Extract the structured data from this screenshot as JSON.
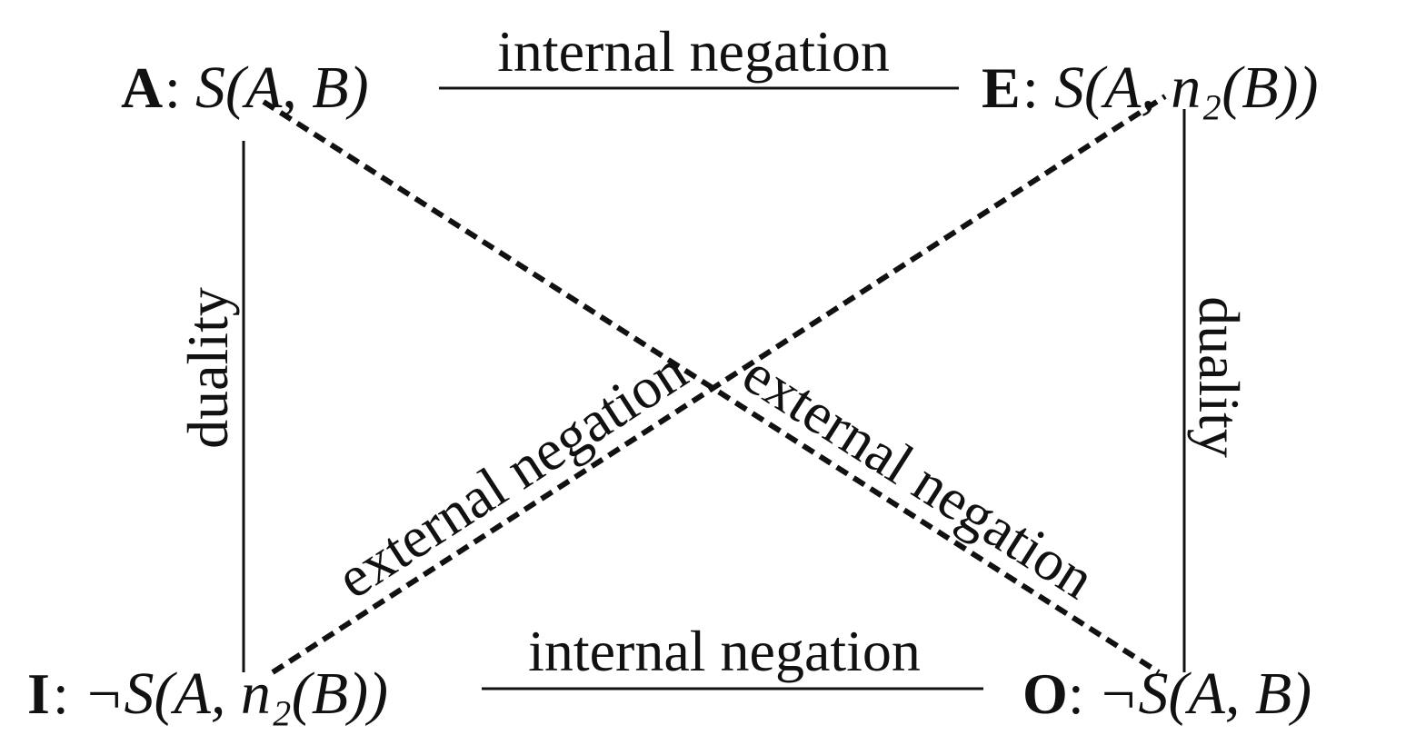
{
  "nodes": {
    "A": {
      "letter": "A",
      "sep": ":",
      "formula": "S(A, B)"
    },
    "E": {
      "letter": "E",
      "sep": ":",
      "formula": "S(A, n₂(B))"
    },
    "I": {
      "letter": "I",
      "sep": ":",
      "formula": "¬S(A, n₂(B))"
    },
    "O": {
      "letter": "O",
      "sep": ":",
      "formula": "¬S(A, B)"
    }
  },
  "edges": {
    "top": "internal negation",
    "bottom": "internal negation",
    "left": "duality",
    "right": "duality",
    "diag_A_O": "external negation",
    "diag_I_E": "external negation"
  }
}
